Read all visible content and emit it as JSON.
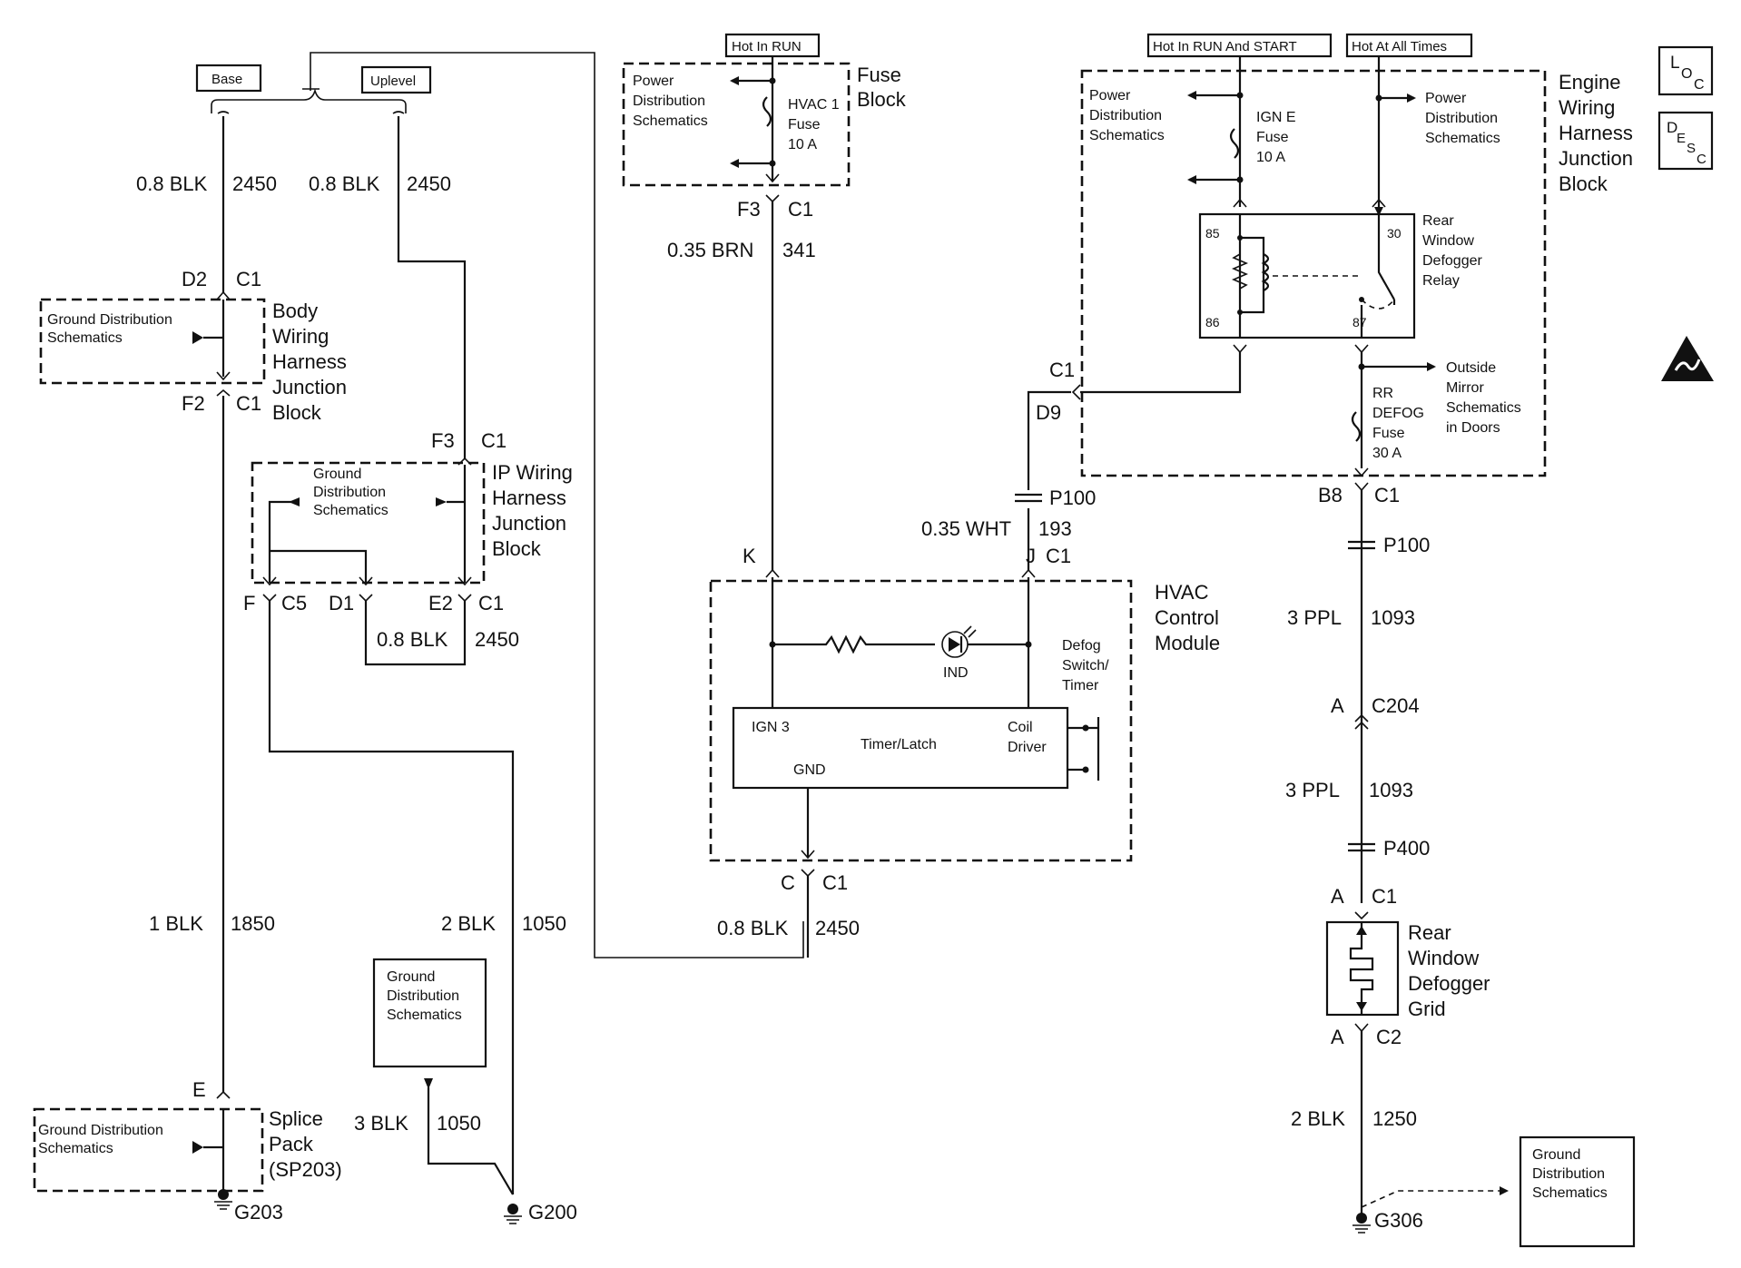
{
  "sources": {
    "hot_in_run": "Hot In RUN",
    "hot_in_run_and_start": "Hot In RUN And START",
    "hot_at_all_times": "Hot At All Times"
  },
  "option_tags": {
    "base": "Base",
    "uplevel": "Uplevel"
  },
  "loc_badge": {
    "l": "L",
    "o": "O",
    "c": "C"
  },
  "desc_badge": {
    "d": "D",
    "e": "E",
    "s": "S",
    "c": "C"
  },
  "blocks": {
    "fuse_block": [
      "Fuse",
      "Block"
    ],
    "engine_jb": [
      "Engine",
      "Wiring",
      "Harness",
      "Junction",
      "Block"
    ],
    "body_jb": [
      "Body",
      "Wiring",
      "Harness",
      "Junction",
      "Block"
    ],
    "ip_jb": [
      "IP Wiring",
      "Harness",
      "Junction",
      "Block"
    ],
    "hvac_module": [
      "HVAC",
      "Control",
      "Module"
    ],
    "splice_pack": [
      "Splice",
      "Pack",
      "(SP203)"
    ],
    "defog_grid": [
      "Rear",
      "Window",
      "Defogger",
      "Grid"
    ]
  },
  "refs": {
    "power_dist": [
      "Power",
      "Distribution",
      "Schematics"
    ],
    "ground_dist_2line": [
      "Ground Distribution",
      "Schematics"
    ],
    "ground_dist_3line": [
      "Ground",
      "Distribution",
      "Schematics"
    ],
    "outside_mirror": [
      "Outside",
      "Mirror",
      "Schematics",
      "in Doors"
    ]
  },
  "fuses": {
    "hvac": [
      "HVAC 1",
      "Fuse",
      "10 A"
    ],
    "igne": [
      "IGN E",
      "Fuse",
      "10 A"
    ],
    "rrdefog": [
      "RR",
      "DEFOG",
      "Fuse",
      "30 A"
    ]
  },
  "relay": {
    "name": [
      "Rear",
      "Window",
      "Defogger",
      "Relay"
    ],
    "pin85": "85",
    "pin86": "86",
    "pin30": "30",
    "pin87": "87"
  },
  "module": {
    "ign3": "IGN 3",
    "timer_latch": "Timer/Latch",
    "gnd": "GND",
    "coil_driver": [
      "Coil",
      "Driver"
    ],
    "defog_switch": [
      "Defog",
      "Switch/",
      "Timer"
    ],
    "ind": "IND"
  },
  "wires": {
    "w2450_base": [
      "0.8 BLK",
      "2450"
    ],
    "w2450_uplevel": [
      "0.8 BLK",
      "2450"
    ],
    "w341": [
      "0.35 BRN",
      "341"
    ],
    "w193": [
      "0.35 WHT",
      "193"
    ],
    "w2450_ip": [
      "0.8 BLK",
      "2450"
    ],
    "w1850": [
      "1 BLK",
      "1850"
    ],
    "w1050_a": [
      "2 BLK",
      "1050"
    ],
    "w2450_hvac": [
      "0.8 BLK",
      "2450"
    ],
    "w1050_b": [
      "3 BLK",
      "1050"
    ],
    "w1093_a": [
      "3 PPL",
      "1093"
    ],
    "w1093_b": [
      "3 PPL",
      "1093"
    ],
    "w1250": [
      "2 BLK",
      "1250"
    ]
  },
  "connectors": {
    "d2": "D2",
    "c1_d2": "C1",
    "f2": "F2",
    "c1_f2": "C1",
    "f3_ip": "F3",
    "c1_f3ip": "C1",
    "f_c5": "F",
    "c5": "C5",
    "d1": "D1",
    "e2": "E2",
    "c1_e2": "C1",
    "f3_fuse": "F3",
    "c1_f3fuse": "C1",
    "k": "K",
    "j": "J",
    "c1_j": "C1",
    "c_pin": "C",
    "c1_c": "C1",
    "c1_d9": "C1",
    "d9": "D9",
    "p100_a": "P100",
    "b8": "B8",
    "c1_b8": "C1",
    "p100_b": "P100",
    "a_c204": "A",
    "c204": "C204",
    "p400": "P400",
    "a_c1": "A",
    "c1_a": "C1",
    "a_c2": "A",
    "c2": "C2",
    "e_sp": "E"
  },
  "grounds": {
    "g203": "G203",
    "g200": "G200",
    "g306": "G306"
  }
}
